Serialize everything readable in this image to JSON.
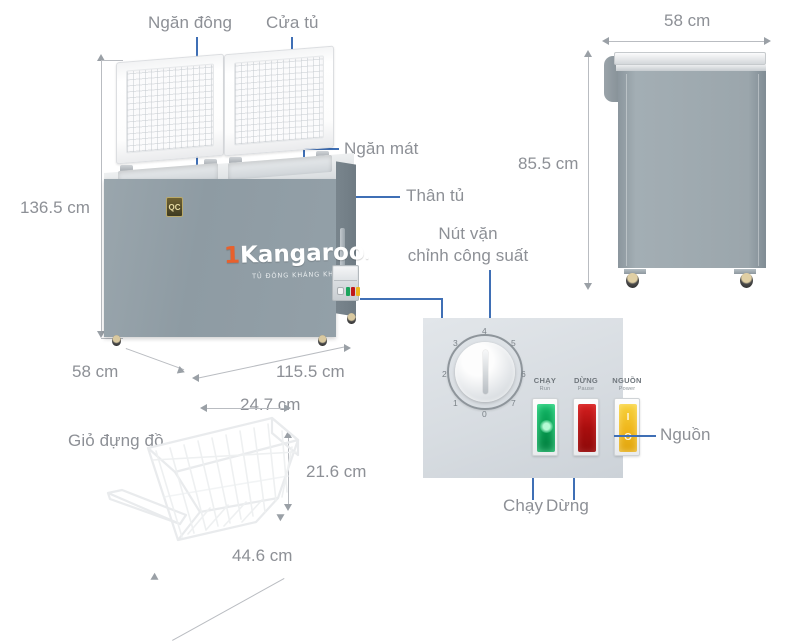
{
  "page": {
    "title": "Kangaroo chest freezer dimension diagram",
    "background": "#ffffff",
    "label_color": "#8d9096",
    "leader_color": "#3f6fb5"
  },
  "callouts": {
    "freezer_compartment": "Ngăn đông",
    "cabinet_door": "Cửa tủ",
    "cool_compartment": "Ngăn mát",
    "cabinet_body": "Thân tủ",
    "power_knob_line1": "Nút vặn",
    "power_knob_line2": "chỉnh công suất",
    "storage_basket": "Giỏ đựng đồ",
    "run_switch": "Chạy",
    "pause_switch": "Dừng",
    "power_switch": "Nguồn"
  },
  "dimensions": {
    "front_height": "136.5 cm",
    "front_depth": "58 cm",
    "front_width": "115.5 cm",
    "side_width": "58 cm",
    "side_height": "85.5 cm",
    "basket_width": "24.7 cm",
    "basket_height": "21.6 cm",
    "basket_length": "44.6 cm"
  },
  "brand": {
    "prefix": "1",
    "name": "Kangaroo",
    "dot": ".",
    "tagline": "TỦ ĐÔNG KHÁNG KHUẨN",
    "badge": "QC",
    "prefix_color": "#e8602c",
    "name_color": "#ffffff"
  },
  "control_panel": {
    "dial": {
      "numbers": [
        "0",
        "1",
        "2",
        "3",
        "4",
        "5",
        "6",
        "7"
      ],
      "selected": "4"
    },
    "switches": [
      {
        "title": "CHẠY",
        "sub": "Run",
        "color": "#04a353",
        "state_symbol": ""
      },
      {
        "title": "DỪNG",
        "sub": "Pause",
        "color": "#b81414",
        "state_symbol": ""
      },
      {
        "title": "NGUỒN",
        "sub": "Power",
        "color": "#f0b81d",
        "state_on": "I",
        "state_off": "O"
      }
    ]
  }
}
